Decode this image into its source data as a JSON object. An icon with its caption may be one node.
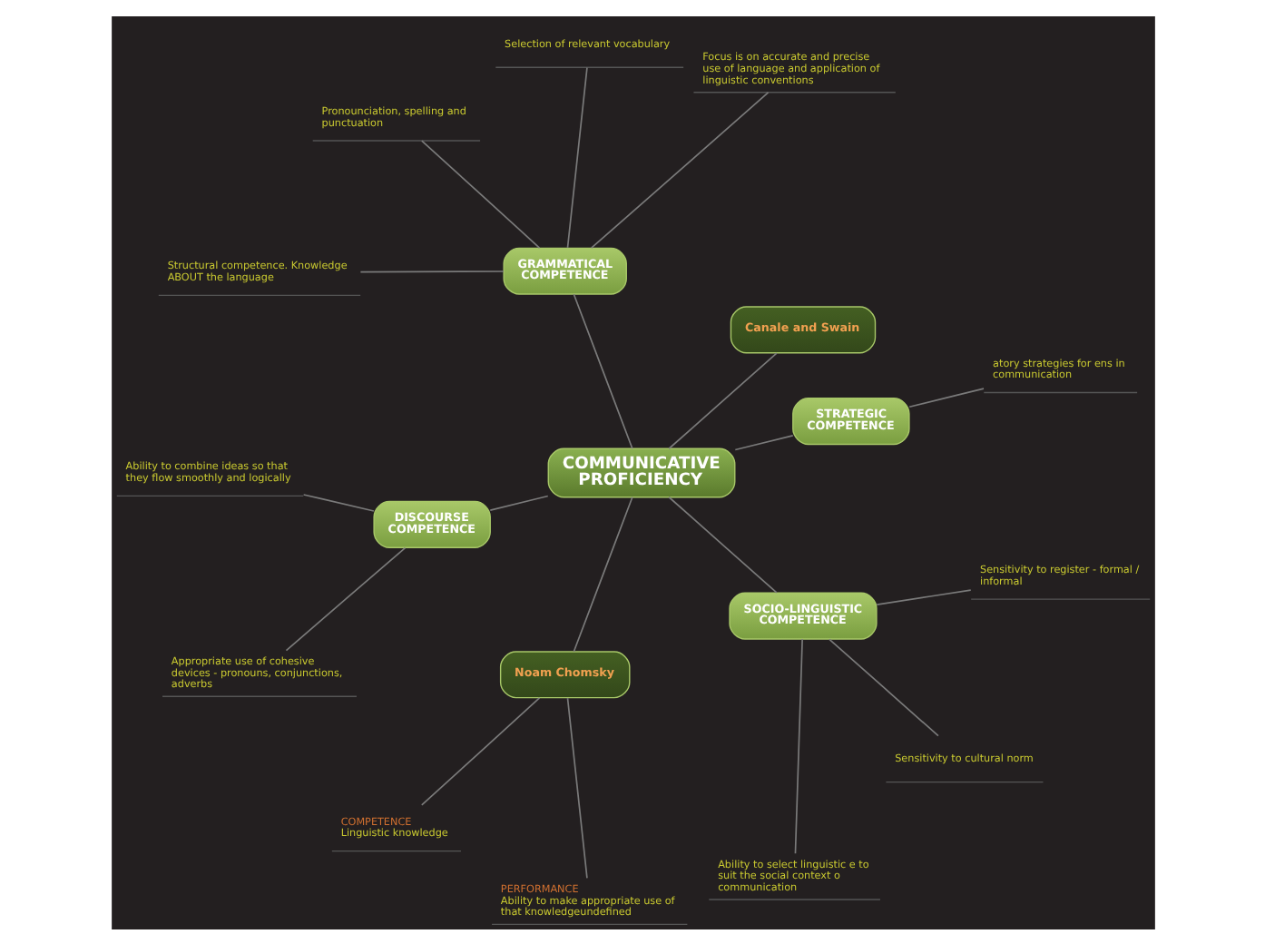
{
  "diagram": {
    "nodes": [
      {
        "text": [
          "COMMUNICATIVE PROFICIENCY"
        ]
      },
      {
        "text": [
          "STRATEGIC COMPETENCE"
        ]
      },
      {
        "text": [
          "atory strategies for ens in communication"
        ]
      },
      {
        "text": [
          "Canale and Swain"
        ]
      },
      {
        "text": [
          "GRAMMATICAL COMPETENCE"
        ]
      },
      {
        "text": [
          "Focus is on accurate and precise use of language and application of linguistic conventions"
        ]
      },
      {
        "text": [
          "Selection of relevant vocabulary"
        ]
      },
      {
        "text": [
          "Pronounciation, spelling and punctuation"
        ]
      },
      {
        "text": [
          "Structural competence. Knowledge ABOUT the language"
        ]
      },
      {
        "text": [
          "DISCOURSE COMPETENCE"
        ]
      },
      {
        "text": [
          "Ability to combine ideas so that they flow smoothly and logically"
        ]
      },
      {
        "text": [
          "Appropriate use of cohesive devices - pronouns, conjunctions, adverbs"
        ]
      },
      {
        "text": [
          "Noam Chomsky"
        ]
      },
      {
        "text": [
          "COMPETENCE",
          "Linguistic knowledge"
        ]
      },
      {
        "text": [
          "PERFORMANCE",
          "Ability to make appropriate use of that knowledgeundefined"
        ]
      },
      {
        "text": [
          "SOCIO-LINGUISTIC COMPETENCE"
        ]
      },
      {
        "text": [
          "Ability to select linguistic e to suit the social context o communication"
        ]
      },
      {
        "text": [
          "Sensitivity to cultural norm"
        ]
      },
      {
        "text": [
          "Sensitivity to register - formal / informal"
        ]
      }
    ],
    "edges": [
      {
        "from": 0,
        "to": 1,
        "arrow": "none"
      },
      {
        "from": 1,
        "to": 2,
        "arrow": "none"
      },
      {
        "from": 0,
        "to": 3,
        "arrow": "none"
      },
      {
        "from": 0,
        "to": 4,
        "arrow": "none"
      },
      {
        "from": 4,
        "to": 5,
        "arrow": "none"
      },
      {
        "from": 4,
        "to": 6,
        "arrow": "none"
      },
      {
        "from": 4,
        "to": 7,
        "arrow": "none"
      },
      {
        "from": 4,
        "to": 8,
        "arrow": "none"
      },
      {
        "from": 0,
        "to": 9,
        "arrow": "none"
      },
      {
        "from": 9,
        "to": 10,
        "arrow": "none"
      },
      {
        "from": 9,
        "to": 11,
        "arrow": "none"
      },
      {
        "from": 0,
        "to": 12,
        "arrow": "none"
      },
      {
        "from": 12,
        "to": 13,
        "arrow": "none"
      },
      {
        "from": 12,
        "to": 14,
        "arrow": "none"
      },
      {
        "from": 0,
        "to": 15,
        "arrow": "none"
      },
      {
        "from": 15,
        "to": 16,
        "arrow": "none"
      },
      {
        "from": 15,
        "to": 17,
        "arrow": "none"
      },
      {
        "from": 15,
        "to": 18,
        "arrow": "none"
      }
    ]
  }
}
